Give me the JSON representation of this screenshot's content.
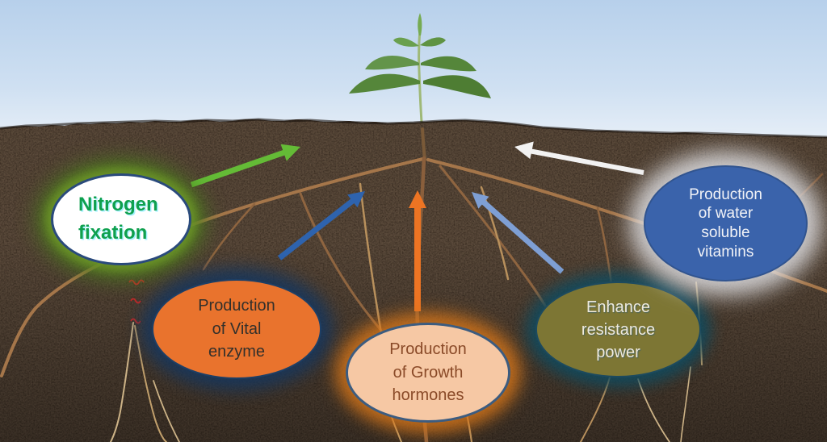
{
  "bubbles": [
    {
      "name": "nitrogen-fixation",
      "lines": [
        "Nitrogen",
        "fixation"
      ],
      "fill": "#ffffff",
      "border_color": "#2a4a7c",
      "glow_color": "#4c7d1f",
      "text_color": "#0fa04e"
    },
    {
      "name": "vital-enzyme",
      "lines": [
        "Production",
        "of Vital",
        "enzyme"
      ],
      "fill": "#e9732d",
      "border_color": "#1d3f66",
      "glow_color": "#17365c",
      "text_color": "#33302b"
    },
    {
      "name": "growth-hormones",
      "lines": [
        "Production",
        "of Growth",
        "hormones"
      ],
      "fill": "#f6c8a4",
      "border_color": "#3c5c80",
      "glow_color": "#d6761a",
      "text_color": "#8a4a28"
    },
    {
      "name": "resistance-power",
      "lines": [
        "Enhance",
        "resistance",
        "power"
      ],
      "fill": "#7d7634",
      "border_color": "#1d4a5e",
      "glow_color": "#104a5e",
      "text_color": "#efeade"
    },
    {
      "name": "water-soluble-vitamins",
      "lines": [
        "Production",
        "of water",
        "soluble",
        "vitamins"
      ],
      "fill": "#3a63ab",
      "border_color": "#31548f",
      "glow_color": "#e1e1e4",
      "text_color": "#f2f3f7"
    }
  ],
  "arrows": [
    {
      "name": "green-arrow",
      "color": "#64bb36"
    },
    {
      "name": "dark-blue-arrow",
      "color": "#2e63ae"
    },
    {
      "name": "orange-arrow",
      "color": "#ed7423"
    },
    {
      "name": "light-blue-arrow",
      "color": "#7e9fd4"
    },
    {
      "name": "white-arrow",
      "color": "#f2f2f2"
    }
  ],
  "scene": {
    "sky_top": "#b7d0eb",
    "sky_horizon": "#e9f0f8",
    "soil_color": "#1e140e",
    "root_color": "#a5764a",
    "plant": "seedling",
    "squiggle_marks": {
      "count": 3,
      "color": "#c62828"
    }
  }
}
